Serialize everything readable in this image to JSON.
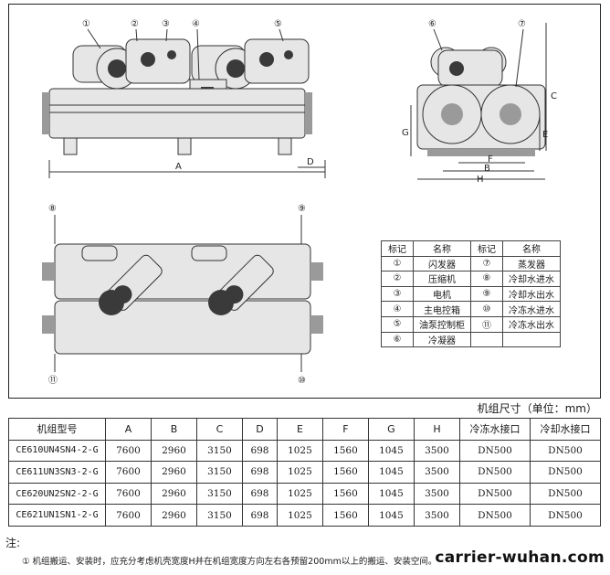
{
  "drawing": {
    "callouts_top": [
      "①",
      "②",
      "③",
      "④",
      "⑤",
      "⑥",
      "⑦"
    ],
    "callouts_side": [
      "⑧",
      "⑨",
      "⑪",
      "⑩"
    ],
    "dim_letters": [
      "A",
      "B",
      "C",
      "D",
      "E",
      "F",
      "G",
      "H"
    ]
  },
  "legend": {
    "headers": [
      "标记",
      "名称",
      "标记",
      "名称"
    ],
    "rows": [
      [
        "①",
        "闪发器",
        "⑦",
        "蒸发器"
      ],
      [
        "②",
        "压缩机",
        "⑧",
        "冷却水进水"
      ],
      [
        "③",
        "电机",
        "⑨",
        "冷却水出水"
      ],
      [
        "④",
        "主电控箱",
        "⑩",
        "冷冻水进水"
      ],
      [
        "⑤",
        "油泵控制柜",
        "⑪",
        "冷冻水出水"
      ],
      [
        "⑥",
        "冷凝器",
        "",
        ""
      ]
    ]
  },
  "dims_title": "机组尺寸（单位：mm）",
  "spec_table": {
    "headers": [
      "机组型号",
      "A",
      "B",
      "C",
      "D",
      "E",
      "F",
      "G",
      "H",
      "冷冻水接口",
      "冷却水接口"
    ],
    "rows": [
      [
        "CE610UN4SN4-2-G",
        "7600",
        "2960",
        "3150",
        "698",
        "1025",
        "1560",
        "1045",
        "3500",
        "DN500",
        "DN500"
      ],
      [
        "CE611UN3SN3-2-G",
        "7600",
        "2960",
        "3150",
        "698",
        "1025",
        "1560",
        "1045",
        "3500",
        "DN500",
        "DN500"
      ],
      [
        "CE620UN2SN2-2-G",
        "7600",
        "2960",
        "3150",
        "698",
        "1025",
        "1560",
        "1045",
        "3500",
        "DN500",
        "DN500"
      ],
      [
        "CE621UN1SN1-2-G",
        "7600",
        "2960",
        "3150",
        "698",
        "1025",
        "1560",
        "1045",
        "3500",
        "DN500",
        "DN500"
      ]
    ]
  },
  "notes": {
    "label": "注:",
    "note1": "① 机组搬运、安装时，应充分考虑机壳宽度H并在机组宽度方向左右各预留200mm以上的搬运、安装空间。"
  },
  "watermark": "carrier-wuhan.com"
}
